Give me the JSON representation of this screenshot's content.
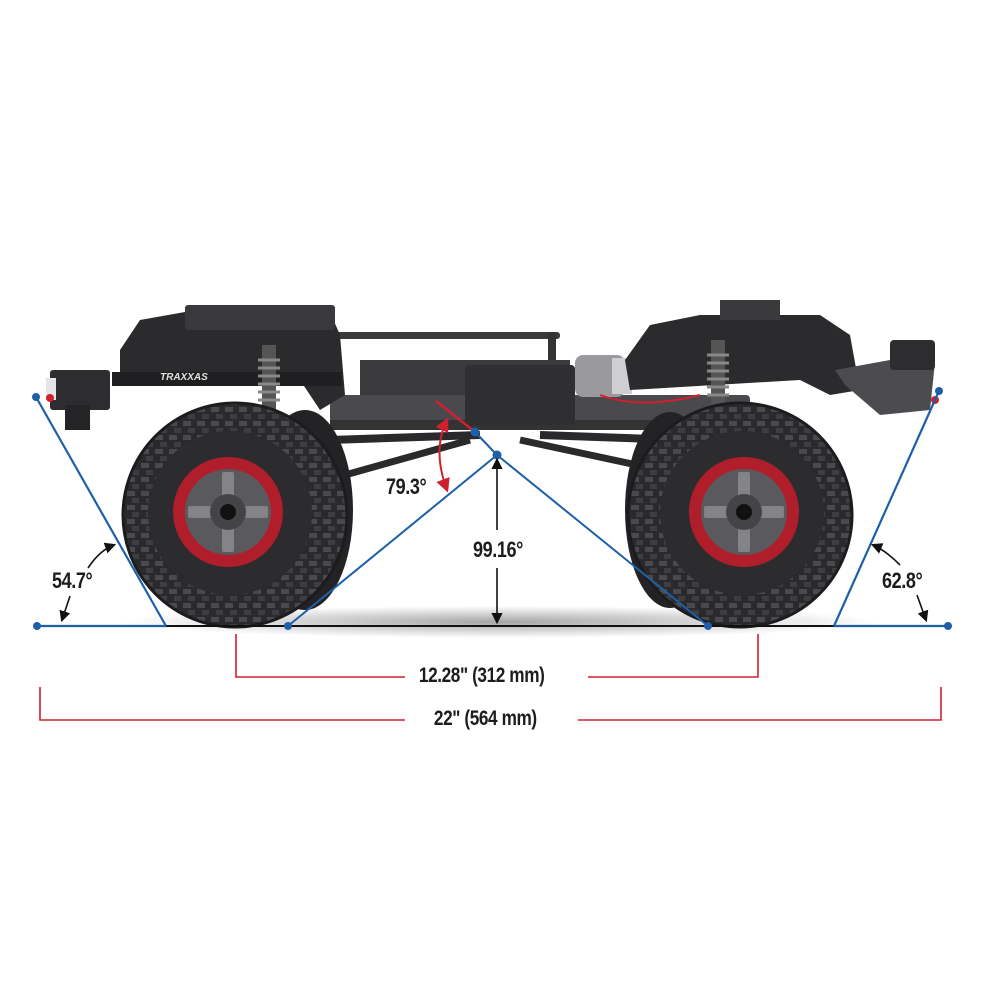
{
  "diagram": {
    "subject": "RC crawler chassis side profile",
    "brand_logo_text": "TRAXXAS",
    "colors": {
      "angle_lines": "#1f5fa8",
      "dimension_lines": "#d0202e",
      "breakover_ref_line": "#d0202e",
      "text": "#1c1c1c",
      "chassis": "#2b2b2d",
      "tire": "#2e2e30",
      "wheel_beadlock": "#b01e2c",
      "wheel_center": "#6a6a6e"
    },
    "angles": {
      "approach": {
        "label": "54.7°",
        "value": 54.7
      },
      "departure": {
        "label": "62.8°",
        "value": 62.8
      },
      "breakover": {
        "label": "99.16°",
        "value": 99.16
      },
      "link_angle": {
        "label": "79.3°",
        "value": 79.3
      }
    },
    "dimensions": {
      "wheelbase": {
        "label": "12.28\" (312 mm)",
        "inches": 12.28,
        "mm": 312
      },
      "overall_length": {
        "label": "22\" (564 mm)",
        "inches": 22,
        "mm": 564
      }
    }
  }
}
